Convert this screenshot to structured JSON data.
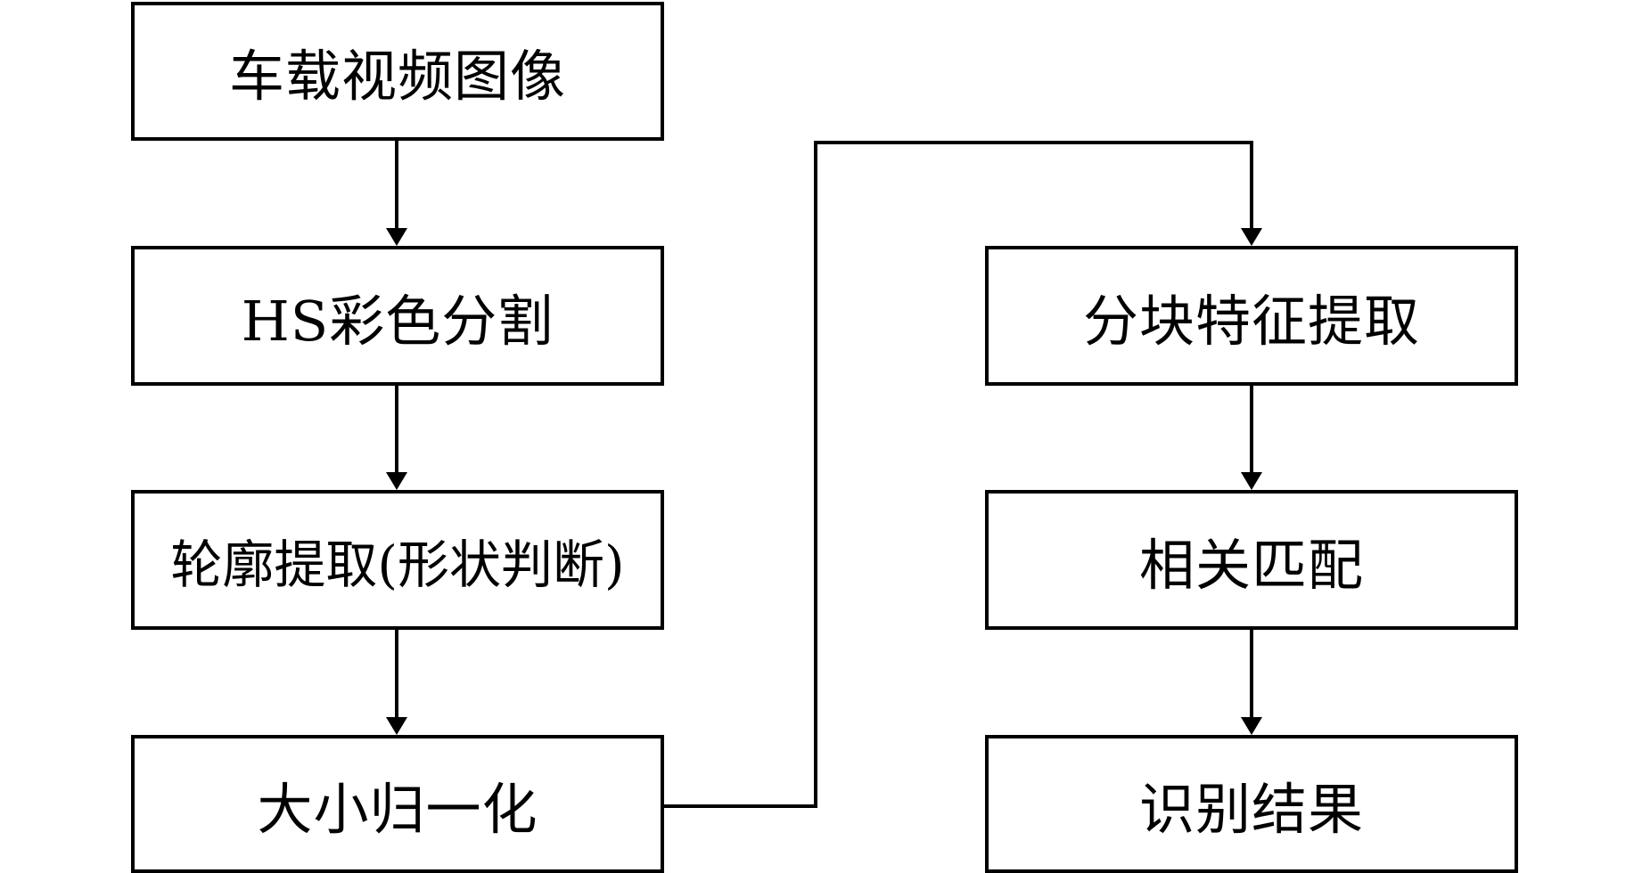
{
  "nodes": {
    "video_image": "车载视频图像",
    "hs_segmentation": "HS彩色分割",
    "contour_extraction": "轮廓提取(形状判断)",
    "size_normalization": "大小归一化",
    "block_feature_extraction": "分块特征提取",
    "correlation_matching": "相关匹配",
    "recognition_result": "识别结果"
  },
  "colors": {
    "line": "#000000",
    "background": "#ffffff"
  }
}
